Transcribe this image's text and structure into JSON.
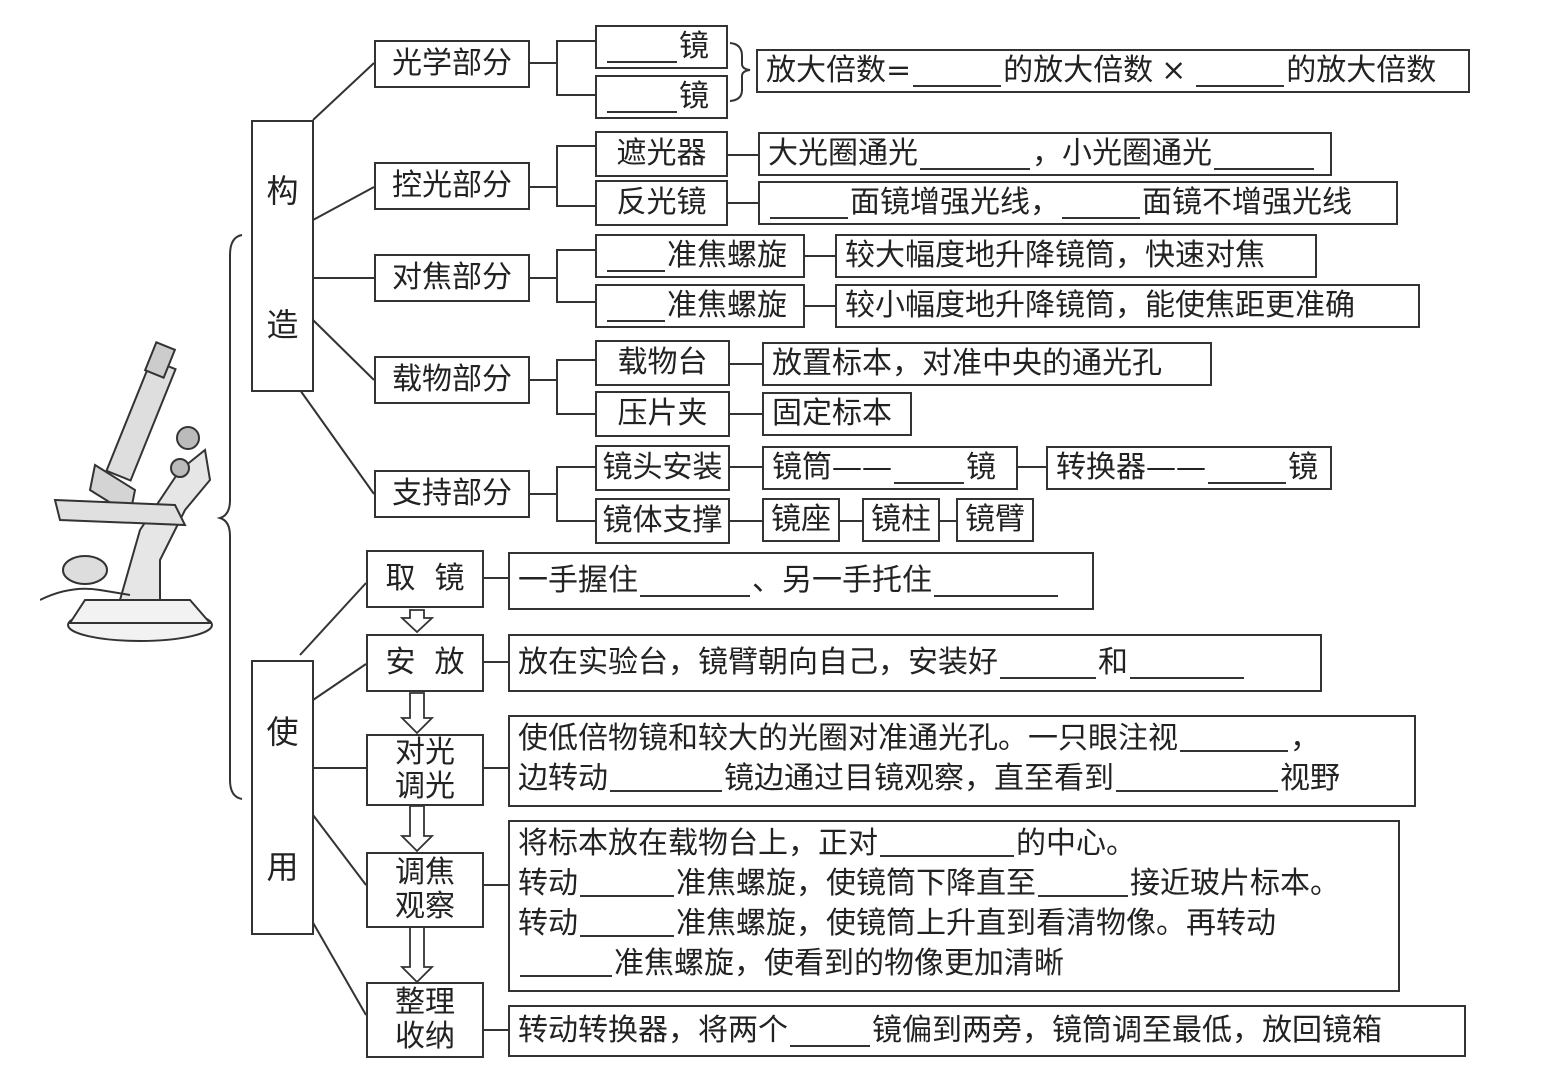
{
  "construction_label": [
    "构",
    "造"
  ],
  "usage_label": [
    "使",
    "用"
  ],
  "parts": {
    "optical": "光学部分",
    "light": "控光部分",
    "focus": "对焦部分",
    "stage": "载物部分",
    "support": "支持部分"
  },
  "optical_items": [
    "镜",
    "镜"
  ],
  "magnification": {
    "prefix": "放大倍数=",
    "mid": "的放大倍数",
    "times": "×",
    "suffix": "的放大倍数"
  },
  "diaphragm": {
    "label": "遮光器",
    "text1": "大光圈通光",
    "sep": "，",
    "text2": "小光圈通光"
  },
  "mirror": {
    "label": "反光镜",
    "text1": "面镜增强光线，",
    "text2": "面镜不增强光线"
  },
  "coarse": {
    "label": "准焦螺旋",
    "desc": "较大幅度地升降镜筒，快速对焦"
  },
  "fine": {
    "label": "准焦螺旋",
    "desc": "较小幅度地升降镜筒，能使焦距更准确"
  },
  "stage_table": {
    "label": "载物台",
    "desc": "放置标本，对准中央的通光孔"
  },
  "clips": {
    "label": "压片夹",
    "desc": "固定标本"
  },
  "lens_mount": {
    "label": "镜头安装",
    "tube_prefix": "镜筒——",
    "tube_suffix": "镜",
    "nose_prefix": "转换器——",
    "nose_suffix": "镜"
  },
  "body_support": {
    "label": "镜体支撑",
    "items": [
      "镜座",
      "镜柱",
      "镜臂"
    ]
  },
  "steps": {
    "take": {
      "label": "取  镜",
      "t1": "一手握住",
      "t2": "、另一手托住"
    },
    "place": {
      "label": "安  放",
      "t1": "放在实验台，镜臂朝向自己，安装好",
      "t2": "和"
    },
    "light": {
      "label": [
        "对光",
        "调光"
      ],
      "l1a": "使低倍物镜和较大的光圈对准通光孔。一只眼注视",
      "l1b": "，",
      "l2a": "边转动",
      "l2b": "镜边通过目镜观察，直至看到",
      "l2c": "视野"
    },
    "observe": {
      "label": [
        "调焦",
        "观察"
      ],
      "l1a": "将标本放在载物台上，正对",
      "l1b": "的中心。",
      "l2a": "转动",
      "l2b": "准焦螺旋，使镜筒下降直至",
      "l2c": "接近玻片标本。",
      "l3a": "转动",
      "l3b": "准焦螺旋，使镜筒上升直到看清物像。再转动",
      "l4": "准焦螺旋，使看到的物像更加清晰"
    },
    "tidy": {
      "label": [
        "整理",
        "收纳"
      ],
      "t1": "转动转换器，将两个",
      "t2": "镜偏到两旁，镜筒调至最低，放回镜箱"
    }
  }
}
